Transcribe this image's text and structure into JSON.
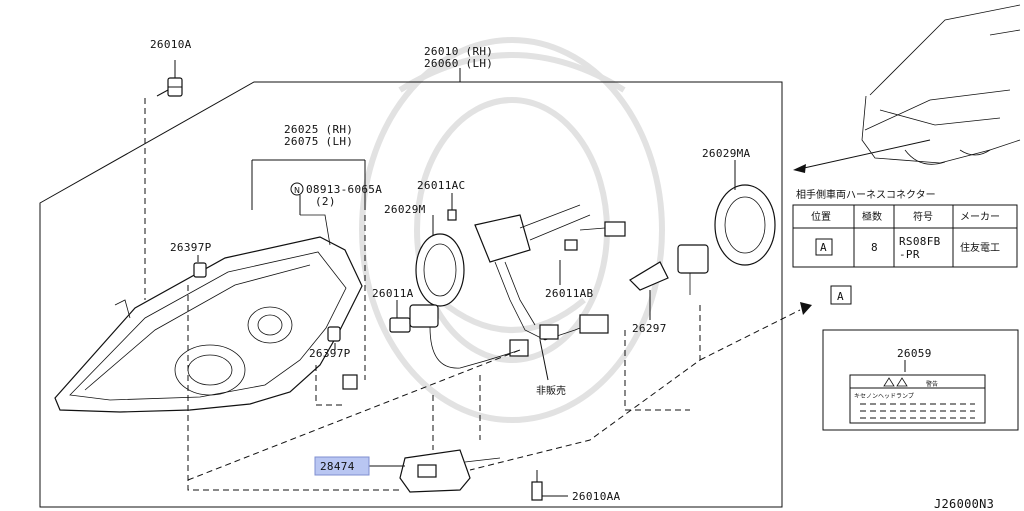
{
  "diagram": {
    "drawing_number": "J26000N3",
    "labels": {
      "p26010a": "26010A",
      "p26010_rh": "26010 (RH)",
      "p26060_lh": "26060 (LH)",
      "p26025_rh": "26025 (RH)",
      "p26075_lh": "26075 (LH)",
      "p08913_circle": "N",
      "p08913": "08913-6065A",
      "p08913_qty": "(2)",
      "p26011ac": "26011AC",
      "p26029m": "26029M",
      "p26029ma": "26029MA",
      "p26397p_top": "26397P",
      "p26397p_bottom": "26397P",
      "p26011a": "26011A",
      "p26011ab": "26011AB",
      "p26297": "26297",
      "not_for_sale": "非販売",
      "p28474": "28474",
      "p26010aa": "26010AA",
      "p26059": "26059",
      "ref_a": "A"
    },
    "connector_table": {
      "title": "相手側車両ハーネスコネクター",
      "headers": [
        "位置",
        "極数",
        "符号",
        "メーカー"
      ],
      "row": {
        "position": "A",
        "poles": "8",
        "code_line1": "RS08FB",
        "code_line2": "-PR",
        "maker": "住友電工"
      }
    },
    "warning_label": {
      "warning_word": "警告",
      "subtitle": "キセノンヘッドランプ"
    }
  }
}
